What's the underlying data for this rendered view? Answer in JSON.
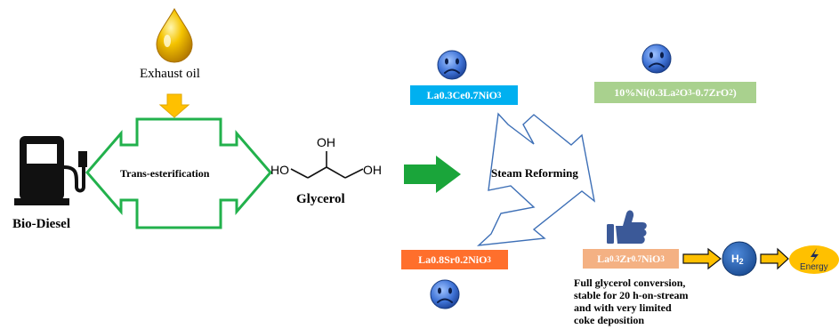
{
  "inputs": {
    "exhaust_oil": "Exhaust oil"
  },
  "process": {
    "trans_esterification": "Trans-esterification",
    "bio_diesel": "Bio-Diesel",
    "glycerol": "Glycerol",
    "ho_left": "HO",
    "oh_top": "OH",
    "oh_right": "OH",
    "steam_reforming": "Steam Reforming"
  },
  "catalysts": {
    "la_ce": "La0.3Ce0.7NiO",
    "la_ce_sub": "3",
    "ni_la_zr": {
      "a": "10%Ni(0.3La",
      "b": "2",
      "c": "O",
      "d": "3",
      "e": "-0.7ZrO",
      "f": "2",
      "g": ")"
    },
    "la_sr": "La0.8Sr0.2NiO",
    "la_sr_sub": "3",
    "la_zr": {
      "a": "La",
      "b": "0.3",
      "c": "Zr",
      "d": "0.7",
      "e": "NiO",
      "f": "3"
    }
  },
  "outputs": {
    "h2": "H",
    "h2_sub": "2",
    "energy": "Energy"
  },
  "note": {
    "line1": "Full glycerol conversion,",
    "line2": "stable for 20 h-on-stream",
    "line3": "and with very limited",
    "line4": "coke deposition"
  },
  "colors": {
    "green_outline": "#22b14c",
    "green_arrow": "#1aa53a",
    "yellow_arrow": "#ffc000",
    "cyan_box": "#00b0f0",
    "light_green_box": "#a9d18e",
    "orange_box": "#ff6f2c",
    "pink_box": "#f4b183",
    "blue_circle": "#1f4e8c",
    "energy_yellow": "#ffc000"
  }
}
